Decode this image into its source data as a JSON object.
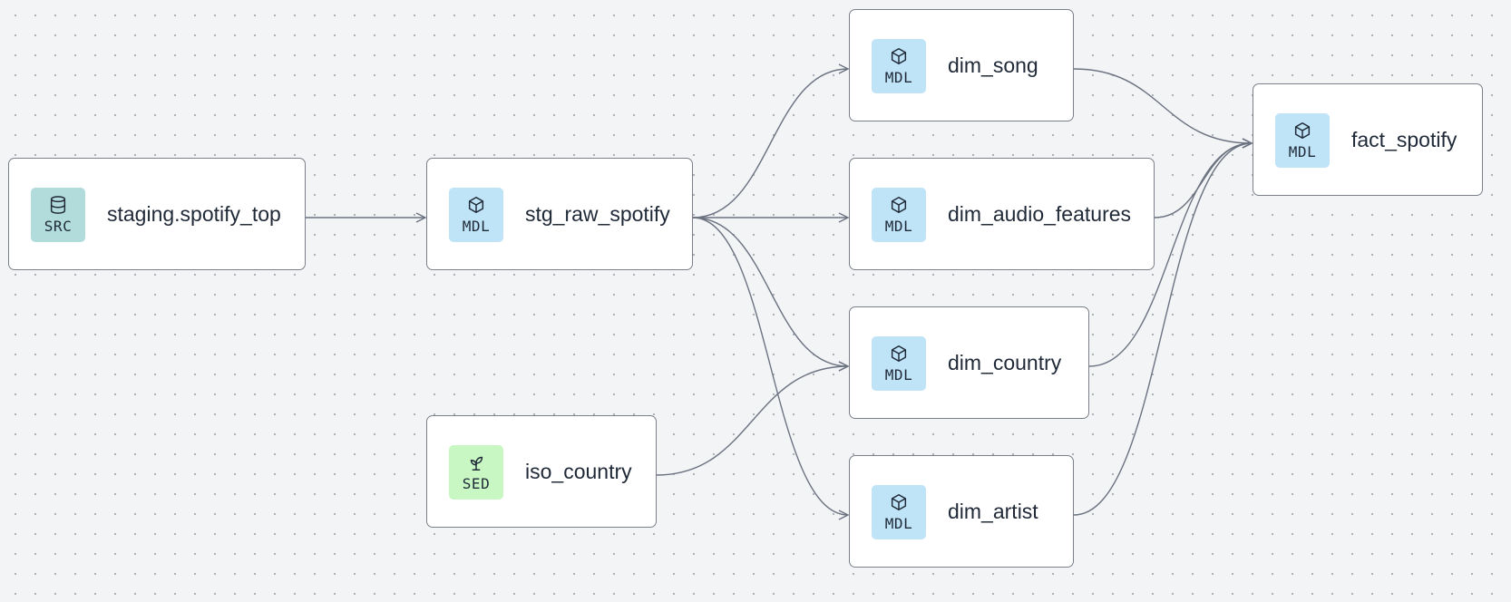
{
  "nodes": [
    {
      "id": "staging",
      "label": "staging.spotify_top",
      "type": "SRC",
      "icon": "database-icon"
    },
    {
      "id": "stg",
      "label": "stg_raw_spotify",
      "type": "MDL",
      "icon": "cube-icon"
    },
    {
      "id": "iso",
      "label": "iso_country",
      "type": "SED",
      "icon": "seedling-icon"
    },
    {
      "id": "song",
      "label": "dim_song",
      "type": "MDL",
      "icon": "cube-icon"
    },
    {
      "id": "audio",
      "label": "dim_audio_features",
      "type": "MDL",
      "icon": "cube-icon"
    },
    {
      "id": "country",
      "label": "dim_country",
      "type": "MDL",
      "icon": "cube-icon"
    },
    {
      "id": "artist",
      "label": "dim_artist",
      "type": "MDL",
      "icon": "cube-icon"
    },
    {
      "id": "fact",
      "label": "fact_spotify",
      "type": "MDL",
      "icon": "cube-icon"
    }
  ],
  "edges": [
    {
      "from": "staging",
      "to": "stg"
    },
    {
      "from": "stg",
      "to": "song"
    },
    {
      "from": "stg",
      "to": "audio"
    },
    {
      "from": "stg",
      "to": "country"
    },
    {
      "from": "stg",
      "to": "artist"
    },
    {
      "from": "iso",
      "to": "country"
    },
    {
      "from": "song",
      "to": "fact"
    },
    {
      "from": "audio",
      "to": "fact"
    },
    {
      "from": "country",
      "to": "fact"
    },
    {
      "from": "artist",
      "to": "fact"
    }
  ],
  "colors": {
    "canvas_background": "#f3f4f6",
    "edge": "#6b7280",
    "node_border": "#7a7f89",
    "badge_mdl": "#bfe3f7",
    "badge_src": "#b2dcdc",
    "badge_sed": "#c8f7c4"
  }
}
